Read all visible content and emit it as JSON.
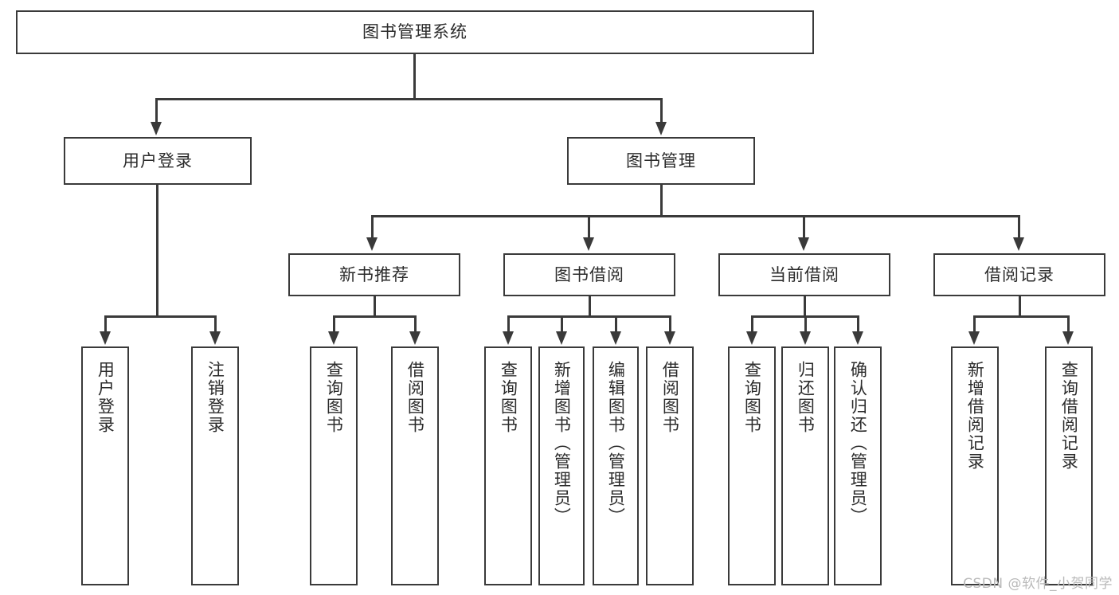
{
  "diagram": {
    "type": "tree",
    "title": "图书管理系统",
    "watermark": "CSDN @软件_小贺同学",
    "colors": {
      "background": "#ffffff",
      "box_border": "#3a3a3a",
      "text": "#2b2b2b",
      "connector": "#3a3a3a",
      "watermark": "#b9b9b9"
    },
    "root": {
      "label": "图书管理系统"
    },
    "level2": [
      {
        "label": "用户登录"
      },
      {
        "label": "图书管理"
      }
    ],
    "level3": [
      {
        "label": "新书推荐"
      },
      {
        "label": "图书借阅"
      },
      {
        "label": "当前借阅"
      },
      {
        "label": "借阅记录"
      }
    ],
    "leaves": {
      "user_login": [
        {
          "label": "用户登录"
        },
        {
          "label": "注销登录"
        }
      ],
      "new_book": [
        {
          "label": "查询图书"
        },
        {
          "label": "借阅图书"
        }
      ],
      "borrow_book": [
        {
          "label": "查询图书"
        },
        {
          "label": "新增图书（管理员）"
        },
        {
          "label": "编辑图书（管理员）"
        },
        {
          "label": "借阅图书"
        }
      ],
      "current_borrow": [
        {
          "label": "查询图书"
        },
        {
          "label": "归还图书"
        },
        {
          "label": "确认归还（管理员）"
        }
      ],
      "borrow_record": [
        {
          "label": "新增借阅记录"
        },
        {
          "label": "查询借阅记录"
        }
      ]
    }
  }
}
